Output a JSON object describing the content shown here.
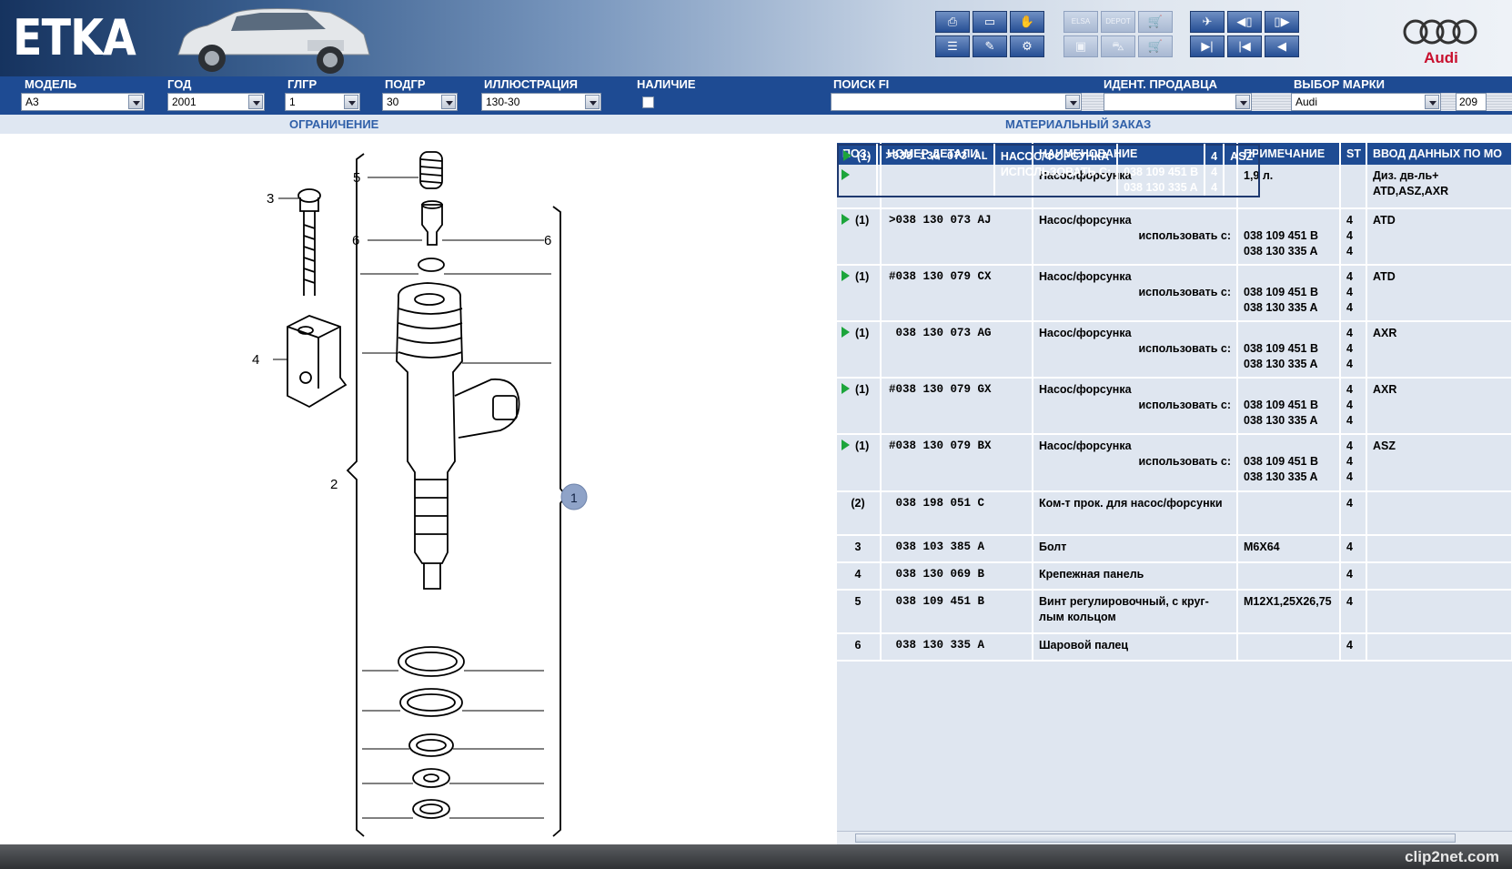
{
  "app": {
    "title": "ETKA",
    "brand": "Audi"
  },
  "toolbar": {
    "group1": [
      "print-icon",
      "window-icon",
      "handshake-icon",
      "list-icon",
      "pencil-icon",
      "tools-icon"
    ],
    "group2": [
      "elsa-icon",
      "depot-icon",
      "cart-icon",
      "monitor-icon",
      "car-icon",
      "cart-add-icon"
    ],
    "group3": [
      "pin-icon",
      "back-doc-icon",
      "forward-doc-icon",
      "last-icon",
      "first-icon",
      "prev-icon"
    ],
    "elsa_label": "ELSA",
    "depot_label": "DEPOT"
  },
  "filters": {
    "model_label": "МОДЕЛЬ",
    "model_value": "A3",
    "year_label": "ГОД",
    "year_value": "2001",
    "glgr_label": "ГЛГР",
    "glgr_value": "1",
    "podgr_label": "ПОДГР",
    "podgr_value": "30",
    "illus_label": "ИЛЛЮСТРАЦИЯ",
    "illus_value": "130-30",
    "avail_label": "НАЛИЧИЕ",
    "search_label": "ПОИСК FI",
    "search_value": "",
    "dealer_label": "ИДЕНТ. ПРОДАВЦА",
    "dealer_value": "",
    "brand_label": "ВЫБОР МАРКИ",
    "brand_value": "Audi",
    "count": "209"
  },
  "subheader": {
    "left": "ОГРАНИЧЕНИЕ",
    "right": "МАТЕРИАЛЬНЫЙ ЗАКАЗ"
  },
  "drawing": {
    "callouts": [
      "1",
      "2",
      "3",
      "4",
      "5",
      "6",
      "6"
    ]
  },
  "table": {
    "headers": [
      "ПОЗ.",
      "НОМЕР ДЕТАЛИ",
      "НАИМЕНОВАНИЕ",
      "ПРИМЕЧАНИЕ",
      "ST",
      "ВВОД ДАННЫХ ПО МО"
    ],
    "use_label": "использовать с:",
    "rows": [
      {
        "arrow": true,
        "pos": "",
        "part": "",
        "name": "Насос/форсунка",
        "note": "1,9 л.",
        "st": "",
        "input": "Диз. дв-ль+ ATD,ASZ,AXR",
        "type": "header"
      },
      {
        "arrow": true,
        "pos": "(1)",
        "part": ">038 130 073 AJ",
        "name": "Насос/форсунка",
        "subs": [
          "038 109 451 B",
          "038 130 335 A"
        ],
        "st": [
          "4",
          "4",
          "4"
        ],
        "input": "ATD"
      },
      {
        "arrow": true,
        "pos": "(1)",
        "part": "#038 130 079 CX",
        "name": "Насос/форсунка",
        "subs": [
          "038 109 451 B",
          "038 130 335 A"
        ],
        "st": [
          "4",
          "4",
          "4"
        ],
        "input": "ATD"
      },
      {
        "arrow": true,
        "pos": "(1)",
        "part": " 038 130 073 AG",
        "name": "Насос/форсунка",
        "subs": [
          "038 109 451 B",
          "038 130 335 A"
        ],
        "st": [
          "4",
          "4",
          "4"
        ],
        "input": "AXR"
      },
      {
        "arrow": true,
        "pos": "(1)",
        "part": "#038 130 079 GX",
        "name": "Насос/форсунка",
        "subs": [
          "038 109 451 B",
          "038 130 335 A"
        ],
        "st": [
          "4",
          "4",
          "4"
        ],
        "input": "AXR"
      },
      {
        "arrow": true,
        "pos": "(1)",
        "part": ">038 130 073 AL",
        "name": "Насос/форсунка",
        "subs": [
          "038 109 451 B",
          "038 130 335 A"
        ],
        "st": [
          "4",
          "4",
          "4"
        ],
        "input": "ASZ",
        "selected": true
      },
      {
        "arrow": true,
        "pos": "(1)",
        "part": "#038 130 079 BX",
        "name": "Насос/форсунка",
        "subs": [
          "038 109 451 B",
          "038 130 335 A"
        ],
        "st": [
          "4",
          "4",
          "4"
        ],
        "input": "ASZ"
      },
      {
        "arrow": false,
        "pos": "(2)",
        "part": " 038 198 051 C",
        "name": "Ком-т прок. для насос/форсунки",
        "note": "",
        "st": "4",
        "input": ""
      },
      {
        "arrow": false,
        "pos": "3",
        "part": " 038 103 385 A",
        "name": "Болт",
        "note": "M6X64",
        "st": "4",
        "input": ""
      },
      {
        "arrow": false,
        "pos": "4",
        "part": " 038 130 069 B",
        "name": "Крепежная панель",
        "note": "",
        "st": "4",
        "input": ""
      },
      {
        "arrow": false,
        "pos": "5",
        "part": " 038 109 451 B",
        "name": "Винт регулировочный, с круг-лым кольцом",
        "note": "M12X1,25X26,75",
        "st": "4",
        "input": ""
      },
      {
        "arrow": false,
        "pos": "6",
        "part": " 038 130 335 A",
        "name": "Шаровой палец",
        "note": "",
        "st": "4",
        "input": ""
      }
    ]
  },
  "status": {
    "watermark": "clip2net.com"
  }
}
